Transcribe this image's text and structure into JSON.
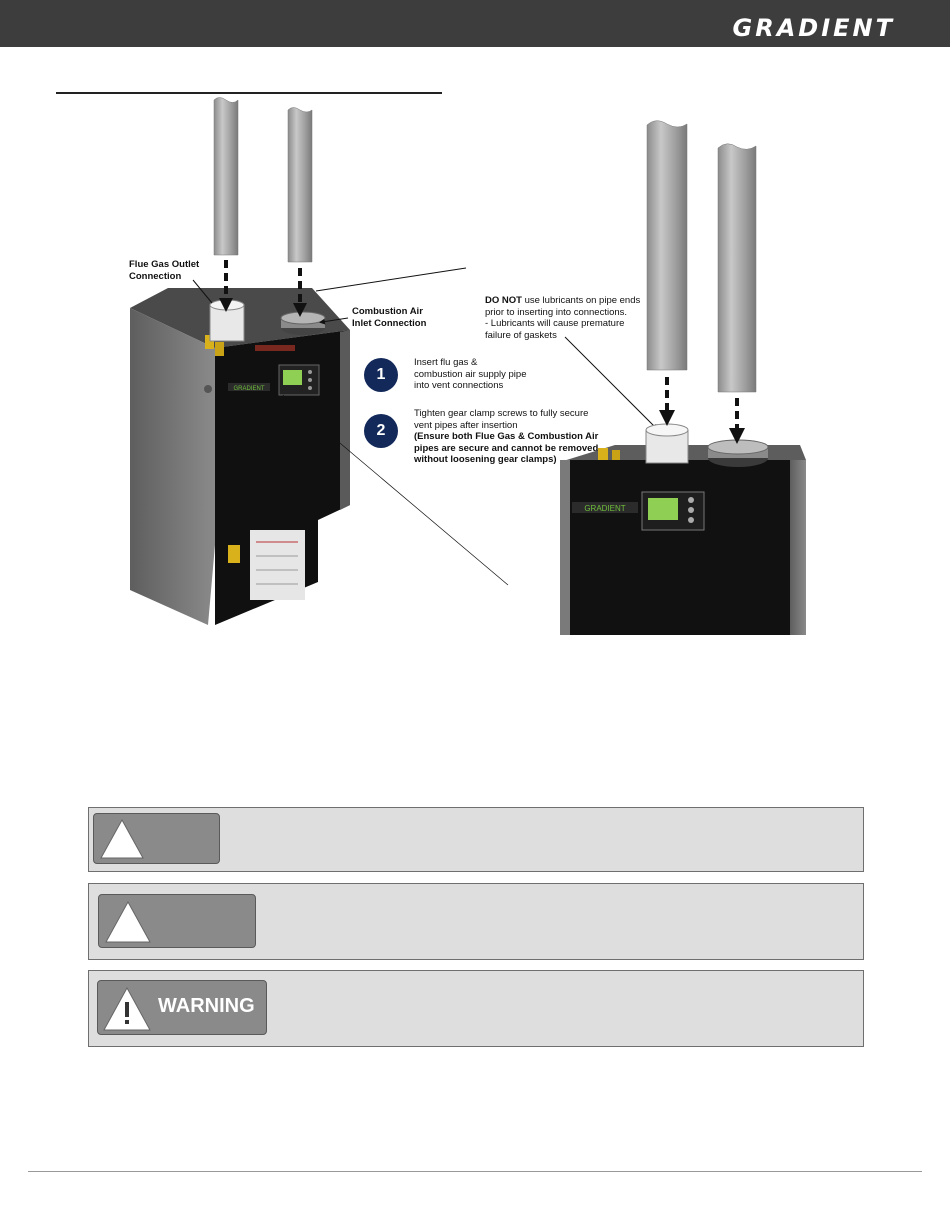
{
  "header": {
    "brand": "GRADIENT"
  },
  "figure": {
    "labels": {
      "flue_outlet_line1": "Flue Gas Outlet",
      "flue_outlet_line2": "Connection",
      "air_inlet_line1": "Combustion Air",
      "air_inlet_line2": "Inlet Connection",
      "unit_brand": "GRADIENT"
    },
    "caution_note": {
      "bold": "DO NOT",
      "line1_rest": " use lubricants on pipe ends",
      "line2": "prior to inserting into connections.",
      "line3": "- Lubricants will cause premature",
      "line4": "failure of gaskets"
    },
    "steps": [
      {
        "number": "1",
        "line1": "Insert flu gas &",
        "line2": "combustion air supply pipe",
        "line3": "into vent connections"
      },
      {
        "number": "2",
        "line1": "Tighten gear clamp screws to fully secure",
        "line2": "vent pipes after insertion",
        "bold1": "(Ensure both Flue Gas & Combustion Air",
        "bold2": "pipes are secure and cannot be removed",
        "bold3": "without loosening gear clamps)"
      }
    ]
  },
  "notices": [
    {
      "label": ""
    },
    {
      "label": ""
    },
    {
      "label": "WARNING"
    }
  ],
  "colors": {
    "header": "#3d3d3d",
    "step_badge": "#13295a",
    "notice_bg": "#dedede",
    "notice_badge": "#8a8a8a",
    "cabinet": "#101010",
    "side_panel": "#7a7a7a",
    "pipe": "#a8a8a8",
    "brand_green": "#6fbf3a"
  }
}
